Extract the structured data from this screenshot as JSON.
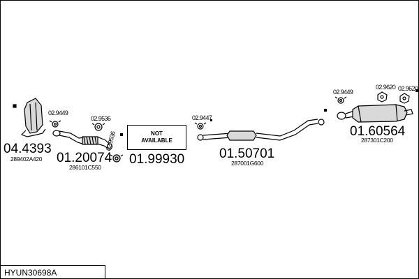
{
  "diagram": {
    "assembly_code": "HYUN30698A",
    "not_available_text": "NOT AVAILABLE",
    "parts": [
      {
        "id": "catalyst",
        "number": "04.4393",
        "oem": "289402A420"
      },
      {
        "id": "front-pipe",
        "number": "01.20074",
        "oem": "286101C550"
      },
      {
        "id": "not-available-section",
        "number": "01.99930"
      },
      {
        "id": "middle-silencer",
        "number": "01.50701",
        "oem": "287001G600"
      },
      {
        "id": "rear-silencer",
        "number": "01.60564",
        "oem": "287301C200"
      }
    ],
    "fittings": [
      "02.9449",
      "02.9536",
      "02.9536",
      "02.9447",
      "02.9449",
      "02.9620",
      "02.9620"
    ]
  },
  "colors": {
    "line": "#000000",
    "part_fill": "#d9d9d9",
    "background": "#ffffff"
  }
}
